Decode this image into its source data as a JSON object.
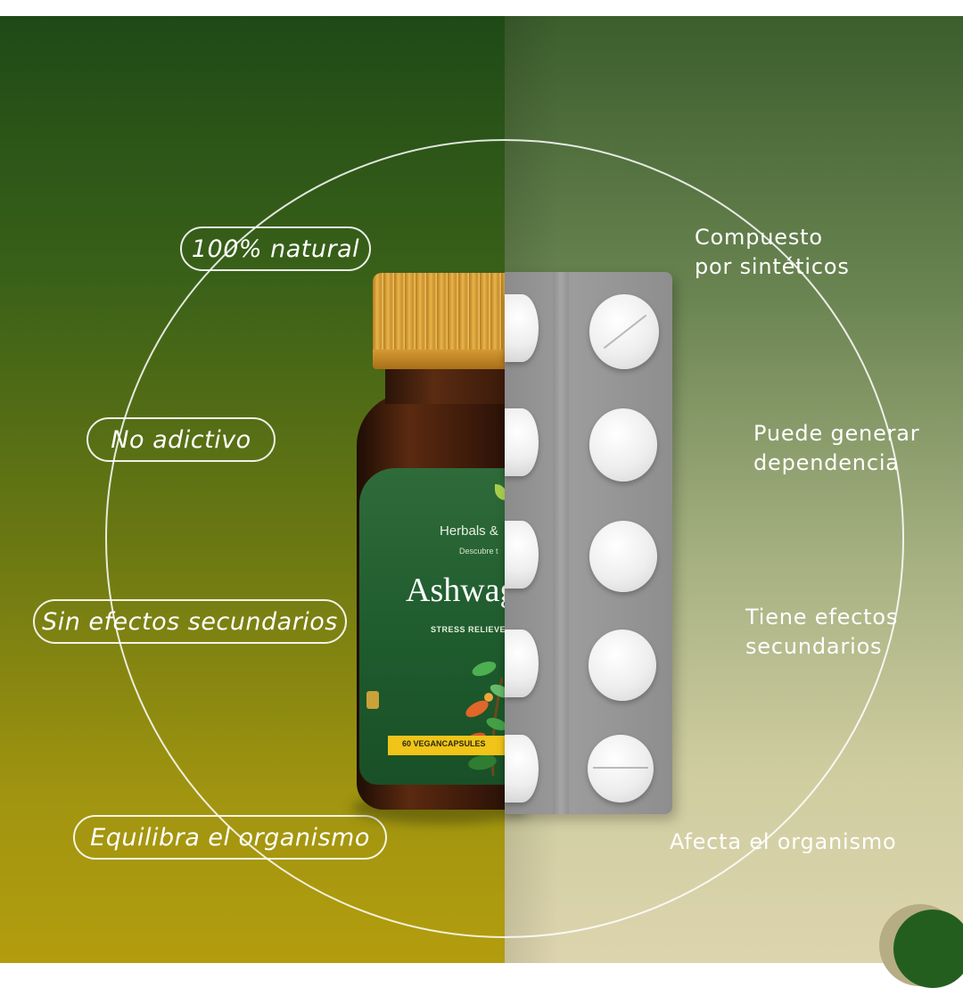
{
  "benefits_left": [
    "100% natural",
    "No adictivo",
    "Sin efectos secundarios",
    "Equilibra el organismo"
  ],
  "drawbacks_right": {
    "item1": {
      "line1": "Compuesto",
      "line2": "por sintéticos"
    },
    "item2": {
      "line1": "Puede generar",
      "line2": "dependencia"
    },
    "item3": {
      "line1": "Tiene efectos",
      "line2": "secundarios"
    },
    "item4": {
      "line1": "Afecta el organismo"
    }
  },
  "bottle_label": {
    "brand": "Herbals &",
    "tagline": "Descubre t",
    "product": "Ashwag",
    "sub": "STRESS RELIEVER &",
    "count": "60 VEGANCAPSULES"
  },
  "colors": {
    "left_gradient_top": "#1f4a17",
    "left_gradient_bottom": "#b39d0e",
    "right_gradient_top": "#3b5e2c",
    "right_gradient_bottom": "#ddd4ae",
    "corner_dot": "#245e1e"
  }
}
